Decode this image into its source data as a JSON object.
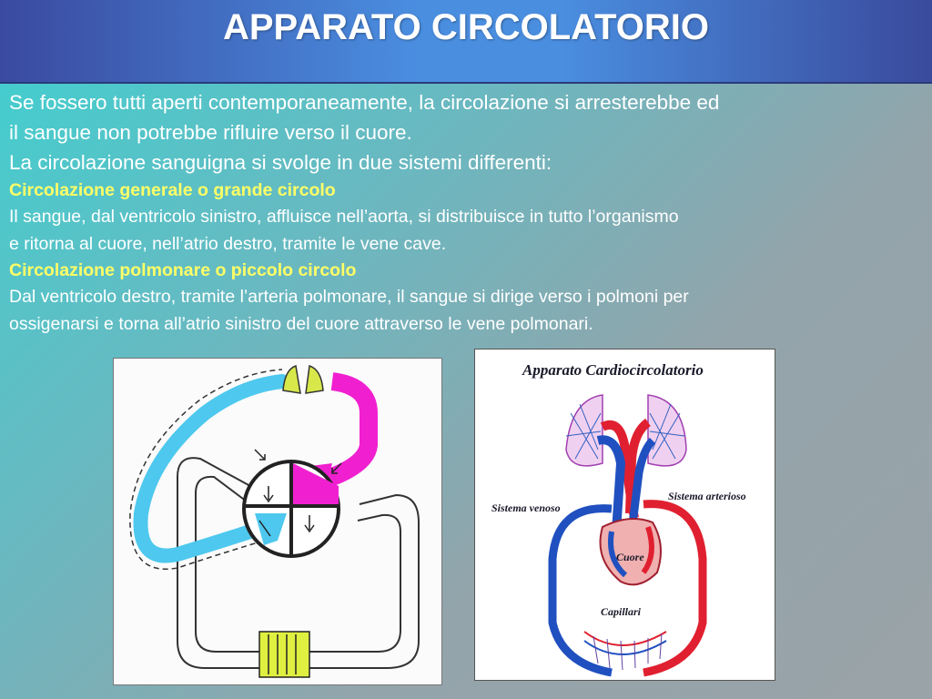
{
  "slide": {
    "title": "APPARATO CIRCOLATORIO",
    "paragraphs": {
      "p1_line1": "Se fossero tutti aperti contemporaneamente, la circolazione si arresterebbe ed",
      "p1_line2": "il sangue non potrebbe rifluire verso il cuore.",
      "p2": "La circolazione sanguigna si svolge in due sistemi differenti:",
      "heading_general": "Circolazione generale o grande circolo",
      "general_line1": "Il sangue, dal ventricolo sinistro, affluisce nell’aorta, si distribuisce in tutto l’organismo",
      "general_line2": "e ritorna al cuore, nell’atrio destro, tramite le vene cave.",
      "heading_pulmonary": "Circolazione polmonare o piccolo circolo",
      "pulmonary_line1": "Dal ventricolo destro, tramite l’arteria polmonare, il sangue si dirige verso i polmoni per",
      "pulmonary_line2": "ossigenarsi e torna all’atrio sinistro del cuore attraverso le vene polmonari."
    },
    "colors": {
      "heading_yellow": "#ffff66",
      "arterial_red": "#e02030",
      "venous_blue": "#2050c0",
      "magenta": "#f020d0",
      "cyan": "#40c8f0",
      "lime": "#e0f040"
    }
  },
  "diagram_right": {
    "title": "Apparato  Cardiocircolatorio",
    "label_venous": "Sistema venoso",
    "label_arterial": "Sistema arterioso",
    "label_heart": "Cuore",
    "label_capillaries": "Capillari"
  }
}
